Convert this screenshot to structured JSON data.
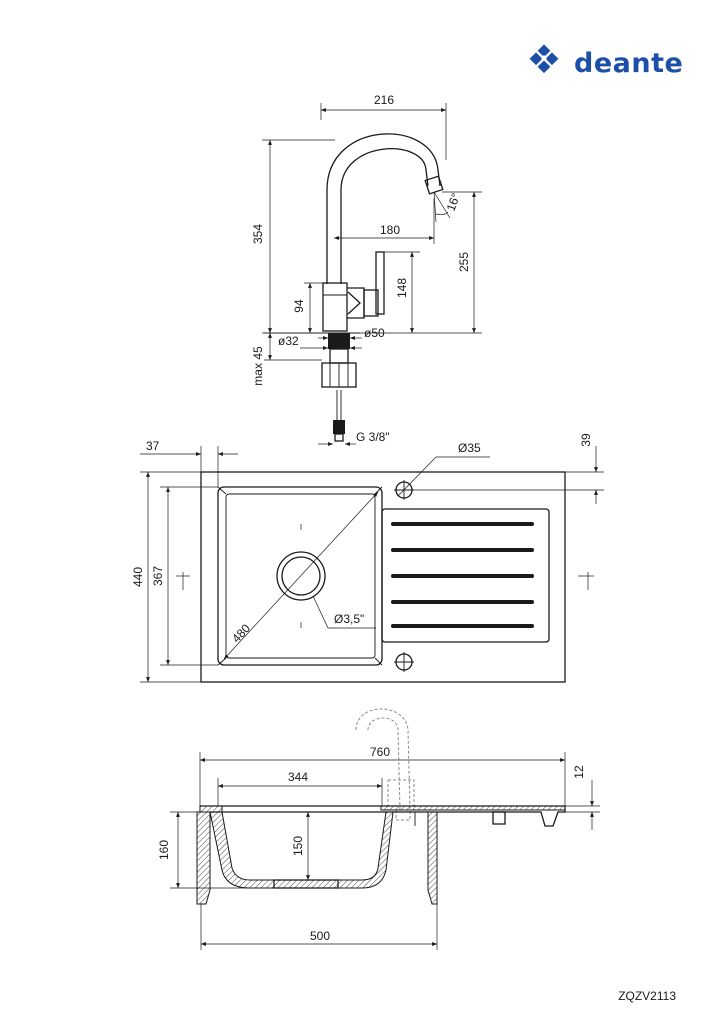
{
  "brand": {
    "name": "deante",
    "color": "#1d4fa8"
  },
  "product_code": "ZQZV2113",
  "faucet_dims": {
    "reach_total": "216",
    "height_total": "354",
    "spout_reach": "180",
    "spout_angle": "16°",
    "spout_height": "255",
    "lever_height": "148",
    "body_height": "94",
    "hose_dia": "ø32",
    "base_dia": "ø50",
    "deck_thickness": "max 45",
    "thread": "G 3/8\""
  },
  "sink_top_dims": {
    "rim_offset": "37",
    "hole_offset": "39",
    "tap_hole": "Ø35",
    "width": "440",
    "bowl_width": "367",
    "diagonal": "480",
    "drain": "Ø3,5\""
  },
  "sink_side_dims": {
    "length": "760",
    "bowl_length": "344",
    "rim_height": "12",
    "total_depth": "160",
    "bowl_depth": "150",
    "cabinet": "500"
  }
}
